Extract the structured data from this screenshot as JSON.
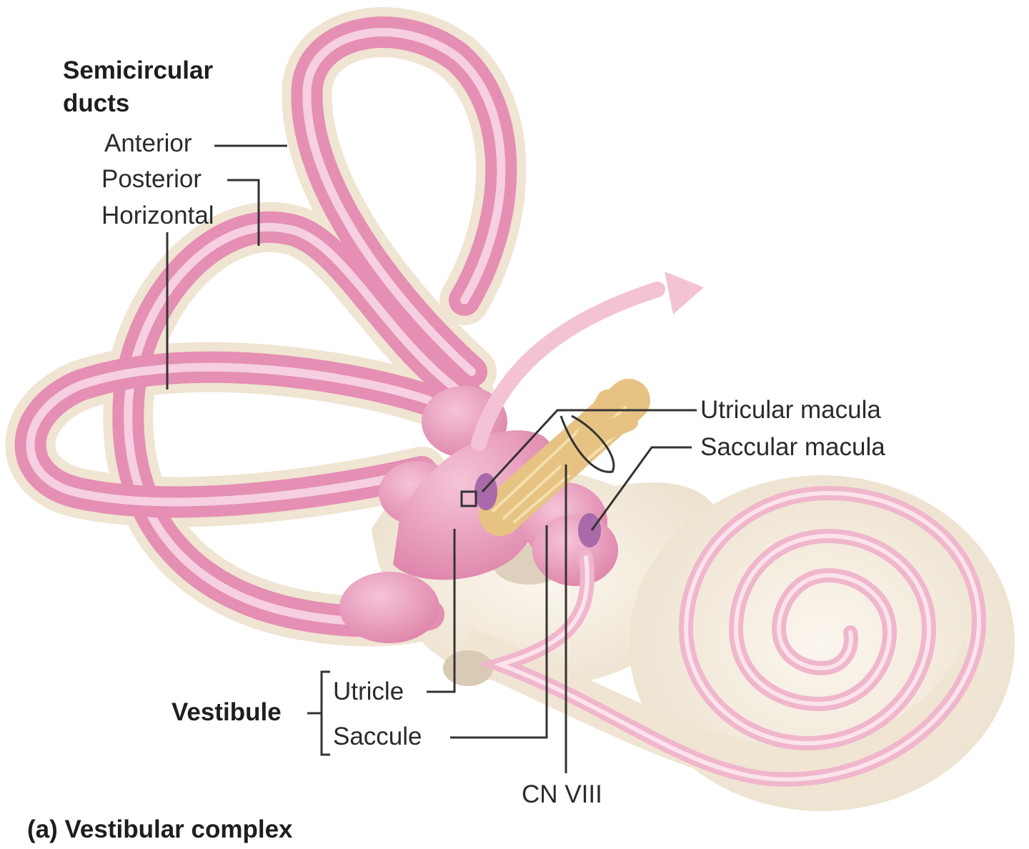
{
  "figure": {
    "caption": "(a) Vestibular complex",
    "labels": {
      "semicircular_ducts_line1": "Semicircular",
      "semicircular_ducts_line2": "ducts",
      "anterior": "Anterior",
      "posterior": "Posterior",
      "horizontal": "Horizontal",
      "utricular_macula": "Utricular macula",
      "saccular_macula": "Saccular macula",
      "vestibule": "Vestibule",
      "utricle": "Utricle",
      "saccule": "Saccule",
      "cn_viii": "CN VIII"
    },
    "colors": {
      "membranous_labyrinth": "#ea9cbc",
      "duct_highlight": "#f7d3e2",
      "bony_labyrinth": "#f2e6d6",
      "macula": "#a86aa8",
      "nerve": "#e4c07c",
      "leader_lines": "#333333"
    }
  }
}
